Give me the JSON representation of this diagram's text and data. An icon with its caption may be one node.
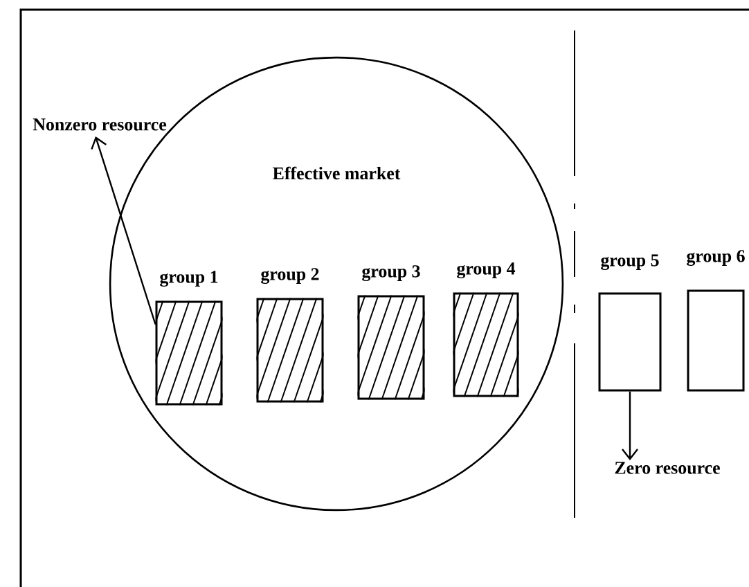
{
  "diagram": {
    "nodes": [
      {
        "text": [
          "Effective market"
        ]
      },
      {
        "text": [
          "group 1"
        ],
        "in": 0
      },
      {
        "text": [
          "group 2"
        ],
        "in": 0
      },
      {
        "text": [
          "group 3"
        ],
        "in": 0
      },
      {
        "text": [
          "group 4"
        ],
        "in": 0
      },
      {
        "text": [
          "group 5"
        ]
      },
      {
        "text": [
          "group 6"
        ]
      },
      {
        "text": [
          "Nonzero resource"
        ]
      },
      {
        "text": [
          "Zero resource"
        ]
      }
    ],
    "edges": [
      {
        "from": 1,
        "to": 7,
        "arrow": "to"
      },
      {
        "from": 5,
        "to": 8,
        "arrow": "to"
      }
    ]
  }
}
